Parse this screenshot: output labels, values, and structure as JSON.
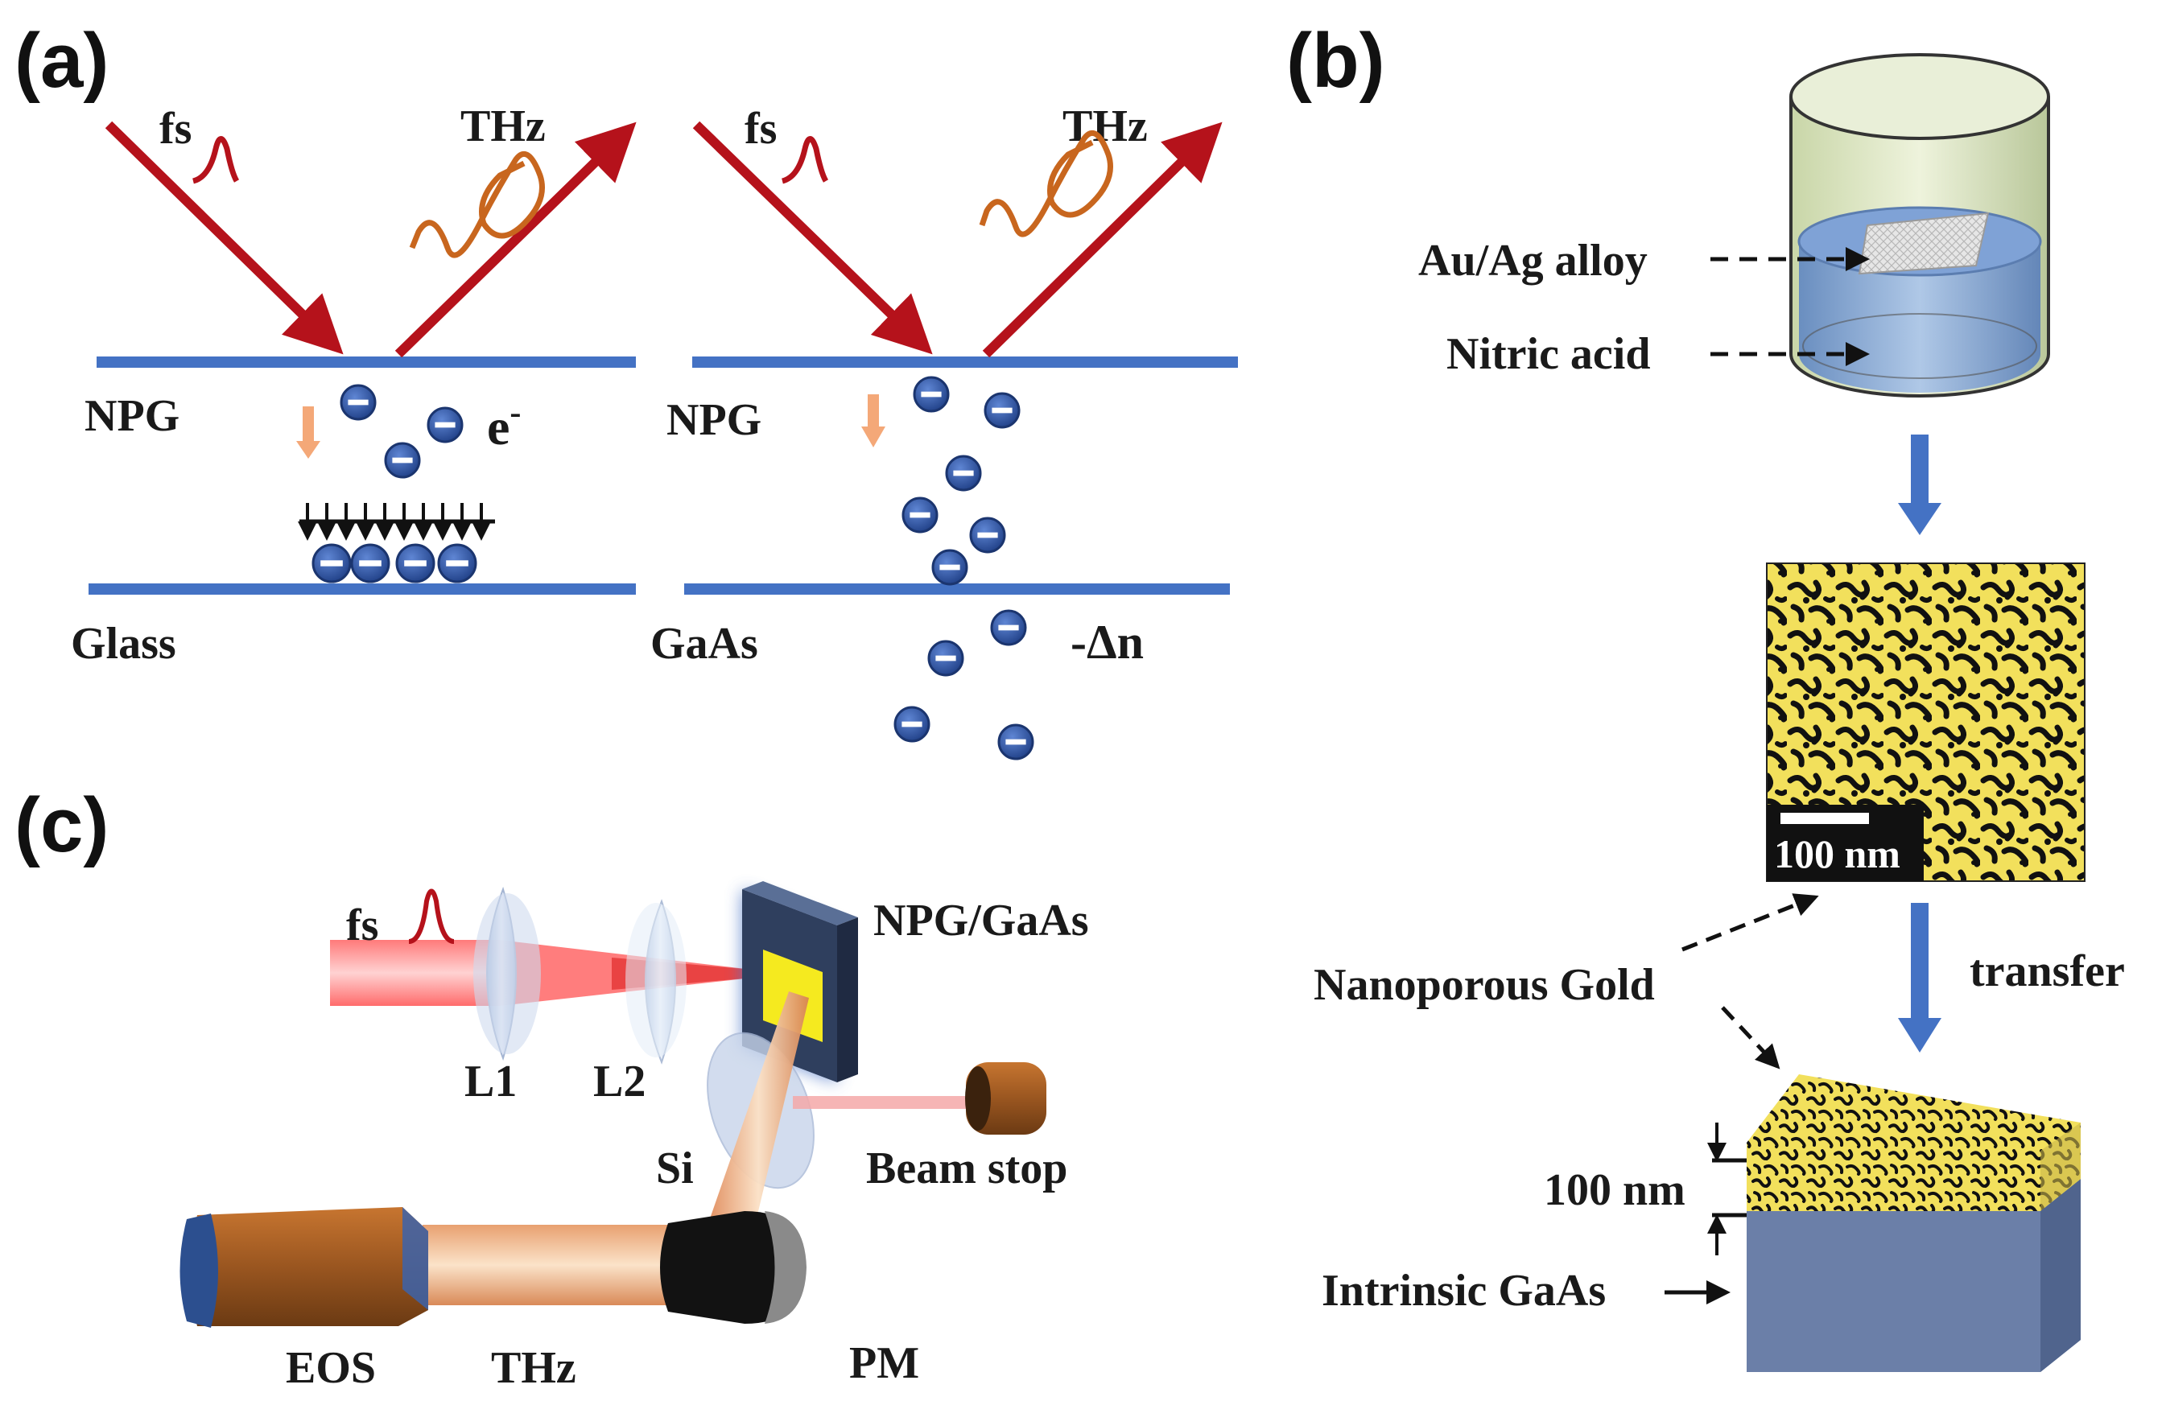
{
  "panels": {
    "a": "(a)",
    "b": "(b)",
    "c": "(c)"
  },
  "a": {
    "left": {
      "fs": "fs",
      "thz": "THz",
      "top_layer": "NPG",
      "electron": "e",
      "electron_sup": "-",
      "bottom_layer": "Glass"
    },
    "right": {
      "fs": "fs",
      "thz": "THz",
      "top_layer": "NPG",
      "bottom_layer": "GaAs",
      "delta_n": "-Δn"
    }
  },
  "b": {
    "alloy": "Au/Ag alloy",
    "acid": "Nitric acid",
    "scale_bar": "100 nm",
    "npg": "Nanoporous Gold",
    "transfer": "transfer",
    "thickness": "100 nm",
    "substrate": "Intrinsic GaAs"
  },
  "c": {
    "fs": "fs",
    "l1": "L1",
    "l2": "L2",
    "sample": "NPG/GaAs",
    "si": "Si",
    "beam_stop": "Beam stop",
    "eos": "EOS",
    "thz": "THz",
    "pm": "PM"
  },
  "colors": {
    "laser_arrow": "#b5121b",
    "thz_pulse": "#c8661e",
    "layer_line": "#4472c4",
    "electron": "#2f52a0",
    "gold": "#f2e05c",
    "flow_arrow": "#4472c4",
    "gaas_block": "#6b7fa8"
  }
}
